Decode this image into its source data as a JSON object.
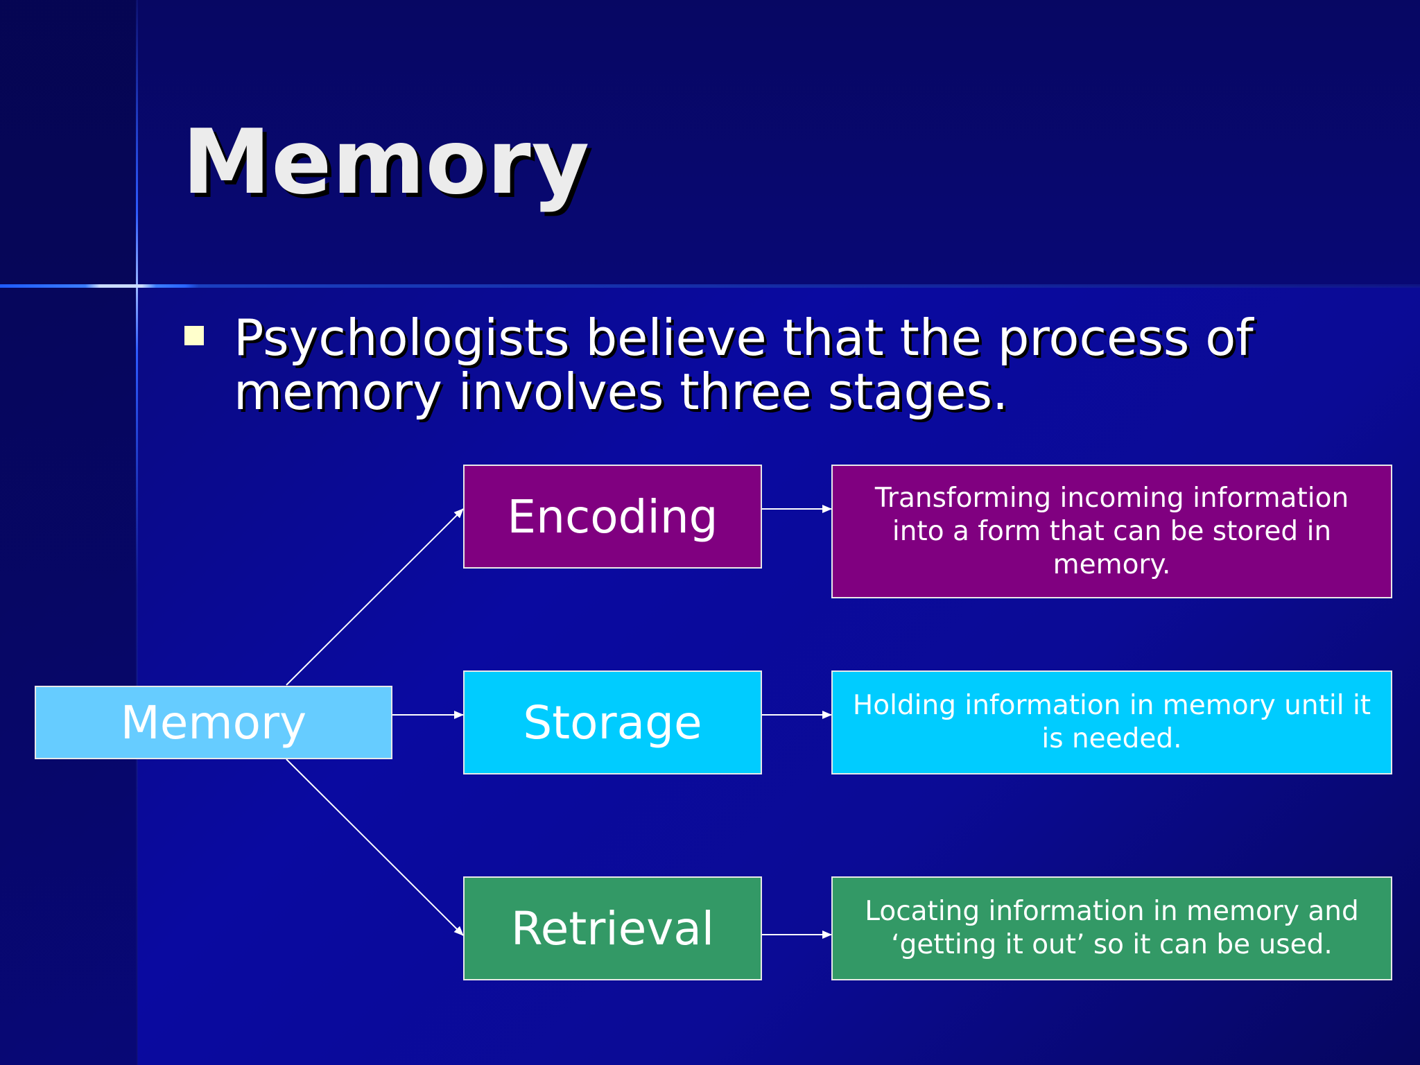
{
  "slide": {
    "title": "Memory",
    "bullet": "Psychologists believe that the process of memory involves three stages."
  },
  "diagram": {
    "root": {
      "label": "Memory",
      "color": "#66ccff"
    },
    "stages": [
      {
        "label": "Encoding",
        "color": "#800080",
        "description": "Transforming incoming information into a form that can be stored in memory."
      },
      {
        "label": "Storage",
        "color": "#00ccff",
        "description": "Holding information in memory until it is needed."
      },
      {
        "label": "Retrieval",
        "color": "#339966",
        "description": "Locating information in memory and ‘getting it out’ so it can be used."
      }
    ]
  }
}
